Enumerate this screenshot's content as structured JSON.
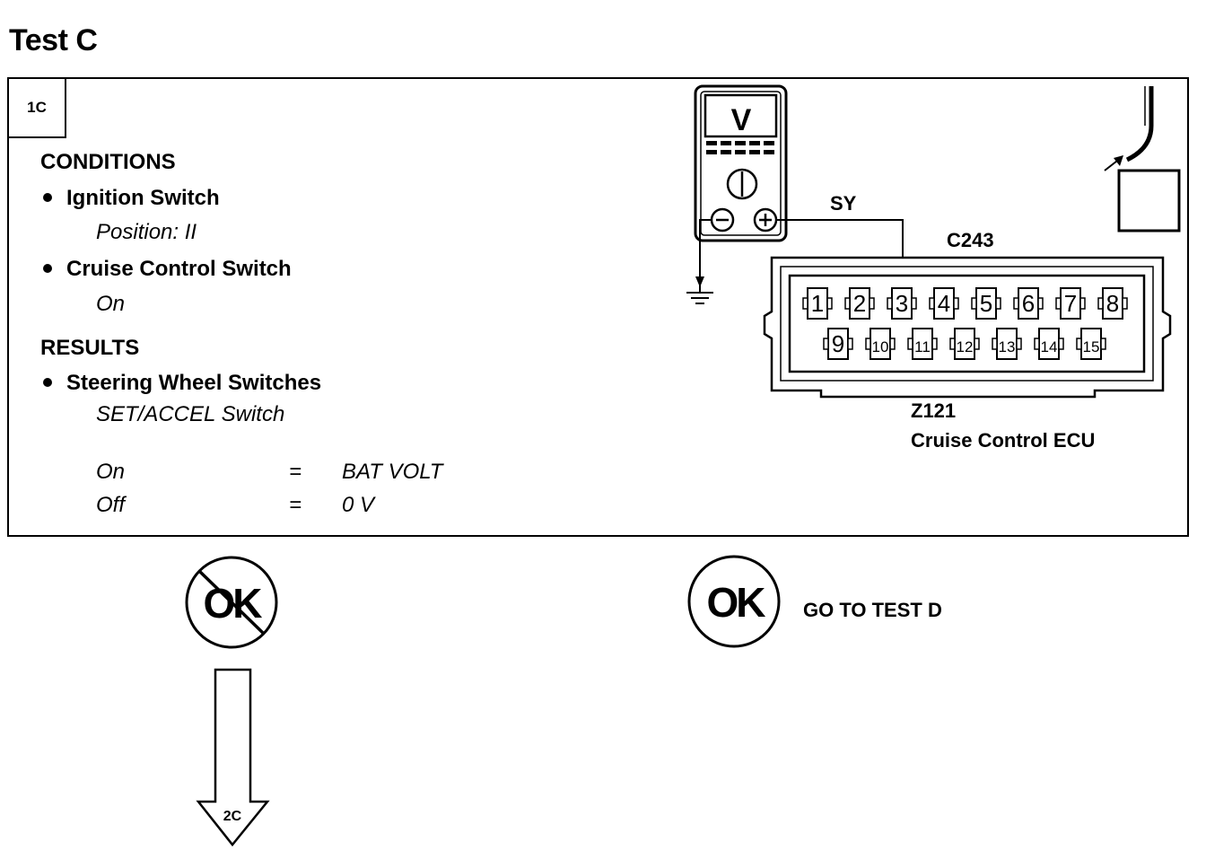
{
  "title": "Test C",
  "step_id": "1C",
  "conditions": {
    "heading": "CONDITIONS",
    "items": [
      {
        "label": "Ignition Switch",
        "detail": "Position: II"
      },
      {
        "label": "Cruise Control Switch",
        "detail": "On"
      }
    ]
  },
  "results": {
    "heading": "RESULTS",
    "item": {
      "label": "Steering Wheel Switches",
      "detail": "SET/ACCEL Switch"
    },
    "rows": [
      {
        "state": "On",
        "eq": "=",
        "value": "BAT VOLT"
      },
      {
        "state": "Off",
        "eq": "=",
        "value": "0 V"
      }
    ]
  },
  "diagram": {
    "meter_symbol": "V",
    "wire_label": "SY",
    "connector_id": "C243",
    "component_id": "Z121",
    "component_name": "Cruise Control ECU",
    "pins_top": [
      "1",
      "2",
      "3",
      "4",
      "5",
      "6",
      "7",
      "8"
    ],
    "pins_bottom": [
      "9",
      "10",
      "11",
      "12",
      "13",
      "14",
      "15"
    ],
    "probe_pin": "3"
  },
  "outcomes": {
    "not_ok_symbol": "OK",
    "ok_symbol": "OK",
    "ok_action": "GO TO TEST D",
    "next_step": "2C"
  },
  "icons": [
    "multimeter-icon",
    "ground-icon",
    "wiring-harness-icon",
    "not-ok-icon",
    "ok-icon",
    "down-arrow-icon"
  ]
}
